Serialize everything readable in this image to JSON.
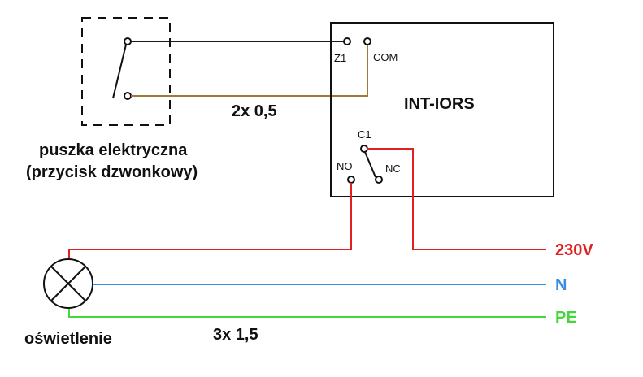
{
  "switch_box": {
    "caption_line1": "puszka elektryczna",
    "caption_line2": "(przycisk dzwonkowy)"
  },
  "control_wire": {
    "label": "2x 0,5",
    "colors": {
      "z1_wire": "#1a1a1a",
      "com_wire": "#a07838"
    }
  },
  "module": {
    "title": "INT-IORS",
    "terminals": {
      "z1": "Z1",
      "com": "COM",
      "c1": "C1",
      "no": "NO",
      "nc": "NC"
    }
  },
  "lamp": {
    "caption": "oświetlenie"
  },
  "mains": {
    "cable_label": "3x 1,5",
    "lines": {
      "phase": {
        "label": "230V",
        "color": "#e02020"
      },
      "neutral": {
        "label": "N",
        "color": "#3a8ee0"
      },
      "earth": {
        "label": "PE",
        "color": "#44d63a"
      }
    }
  }
}
